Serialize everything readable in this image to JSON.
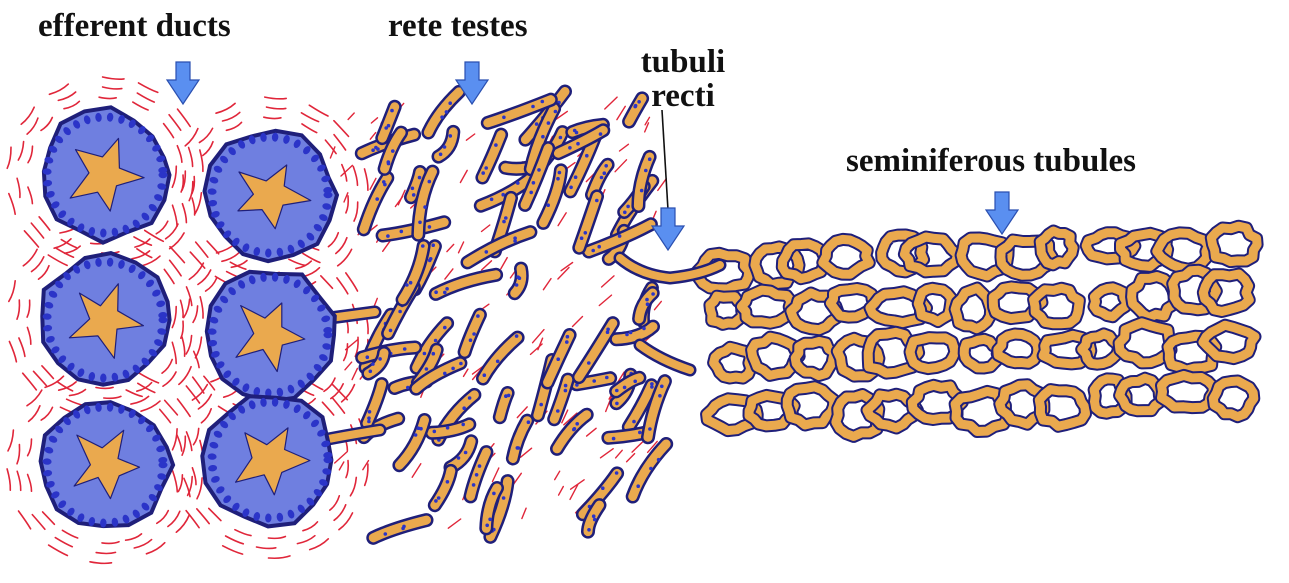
{
  "labels": {
    "efferent_ducts": "efferent ducts",
    "rete_testes": "rete testes",
    "tubuli_recti_line1": "tubuli",
    "tubuli_recti_line2": "recti",
    "seminiferous_tubules": "seminiferous tubules"
  },
  "colors": {
    "background": "#ffffff",
    "tubule_fill": "#eaa94e",
    "tubule_outline": "#1f1f7a",
    "epithelium": "#6f7fe0",
    "nuclei": "#2b34c8",
    "connective_tissue": "#e0263a",
    "arrow": "#5a8ff0",
    "arrow_outline": "#2a4fb0",
    "pointer_line": "#111111",
    "label_text": "#111111"
  },
  "icons": [
    "down-arrow-icon"
  ]
}
